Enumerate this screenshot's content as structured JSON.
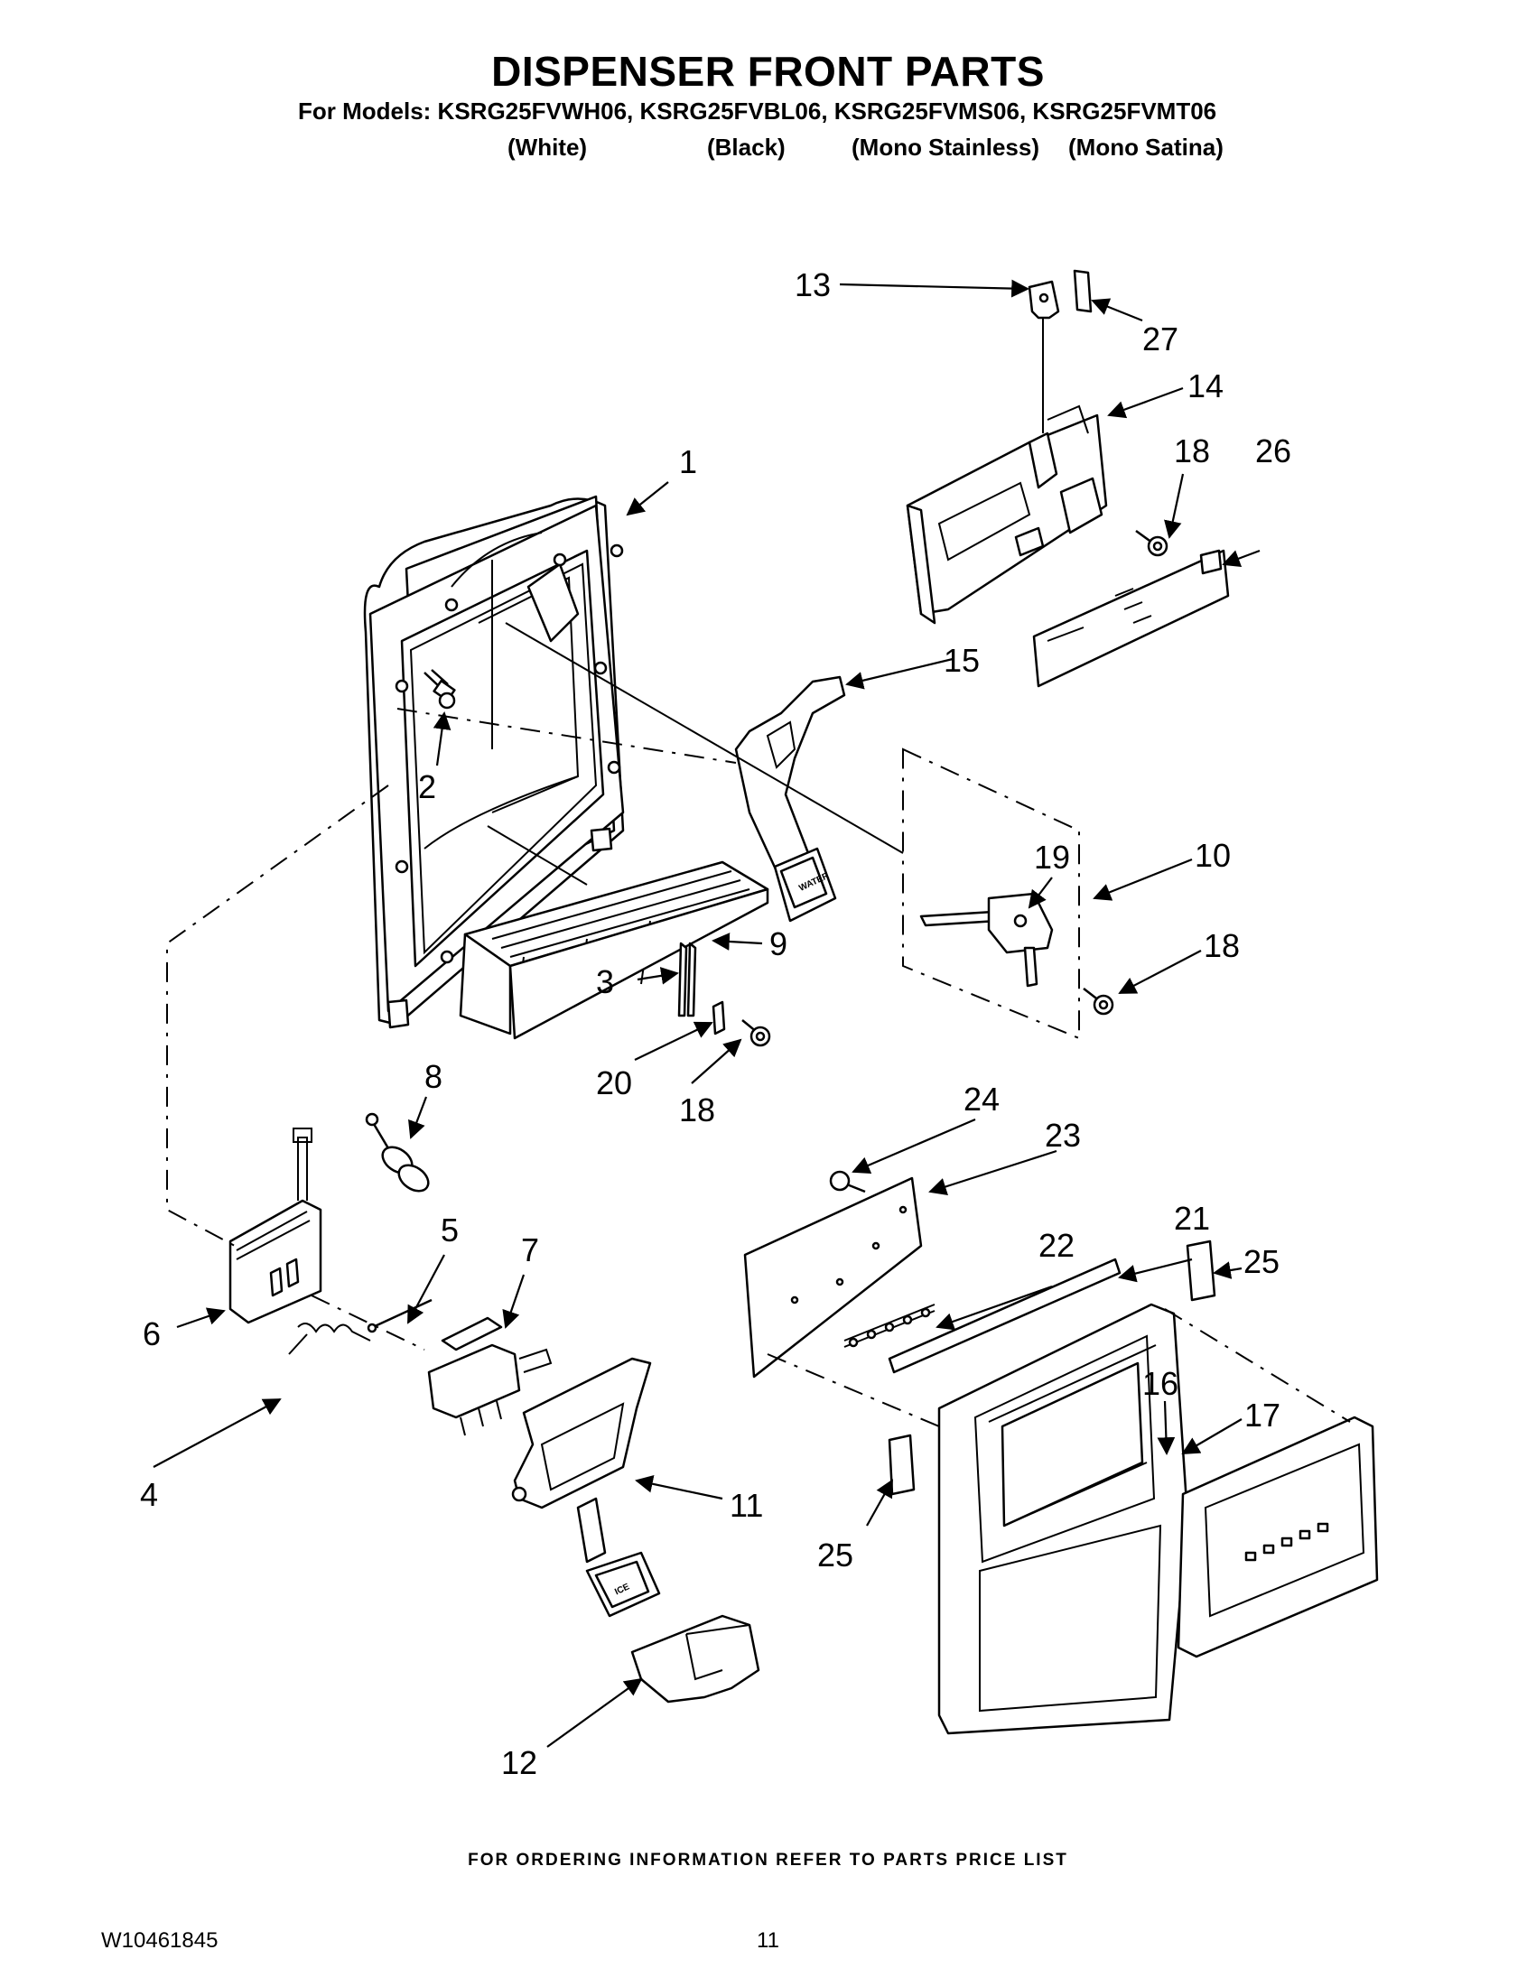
{
  "header": {
    "title": "DISPENSER FRONT PARTS",
    "models_line": "For Models: KSRG25FVWH06, KSRG25FVBL06, KSRG25FVMS06, KSRG25FVMT06",
    "variants": [
      "(White)",
      "(Black)",
      "(Mono Stainless)",
      "(Mono Satina)"
    ]
  },
  "parts": {
    "p1": "1",
    "p2": "2",
    "p3": "3",
    "p4": "4",
    "p5": "5",
    "p6": "6",
    "p7": "7",
    "p8": "8",
    "p9": "9",
    "p10": "10",
    "p11": "11",
    "p12": "12",
    "p13": "13",
    "p14": "14",
    "p15": "15",
    "p16": "16",
    "p17": "17",
    "p18a": "18",
    "p18b": "18",
    "p18c": "18",
    "p19": "19",
    "p20": "20",
    "p21": "21",
    "p22": "22",
    "p23": "23",
    "p24": "24",
    "p25a": "25",
    "p25b": "25",
    "p26": "26",
    "p27": "27"
  },
  "pad_labels": {
    "water": "WATER",
    "ice": "ICE"
  },
  "footer": {
    "order_info": "FOR ORDERING INFORMATION REFER TO PARTS PRICE LIST",
    "doc_id": "W10461845",
    "page": "11"
  }
}
